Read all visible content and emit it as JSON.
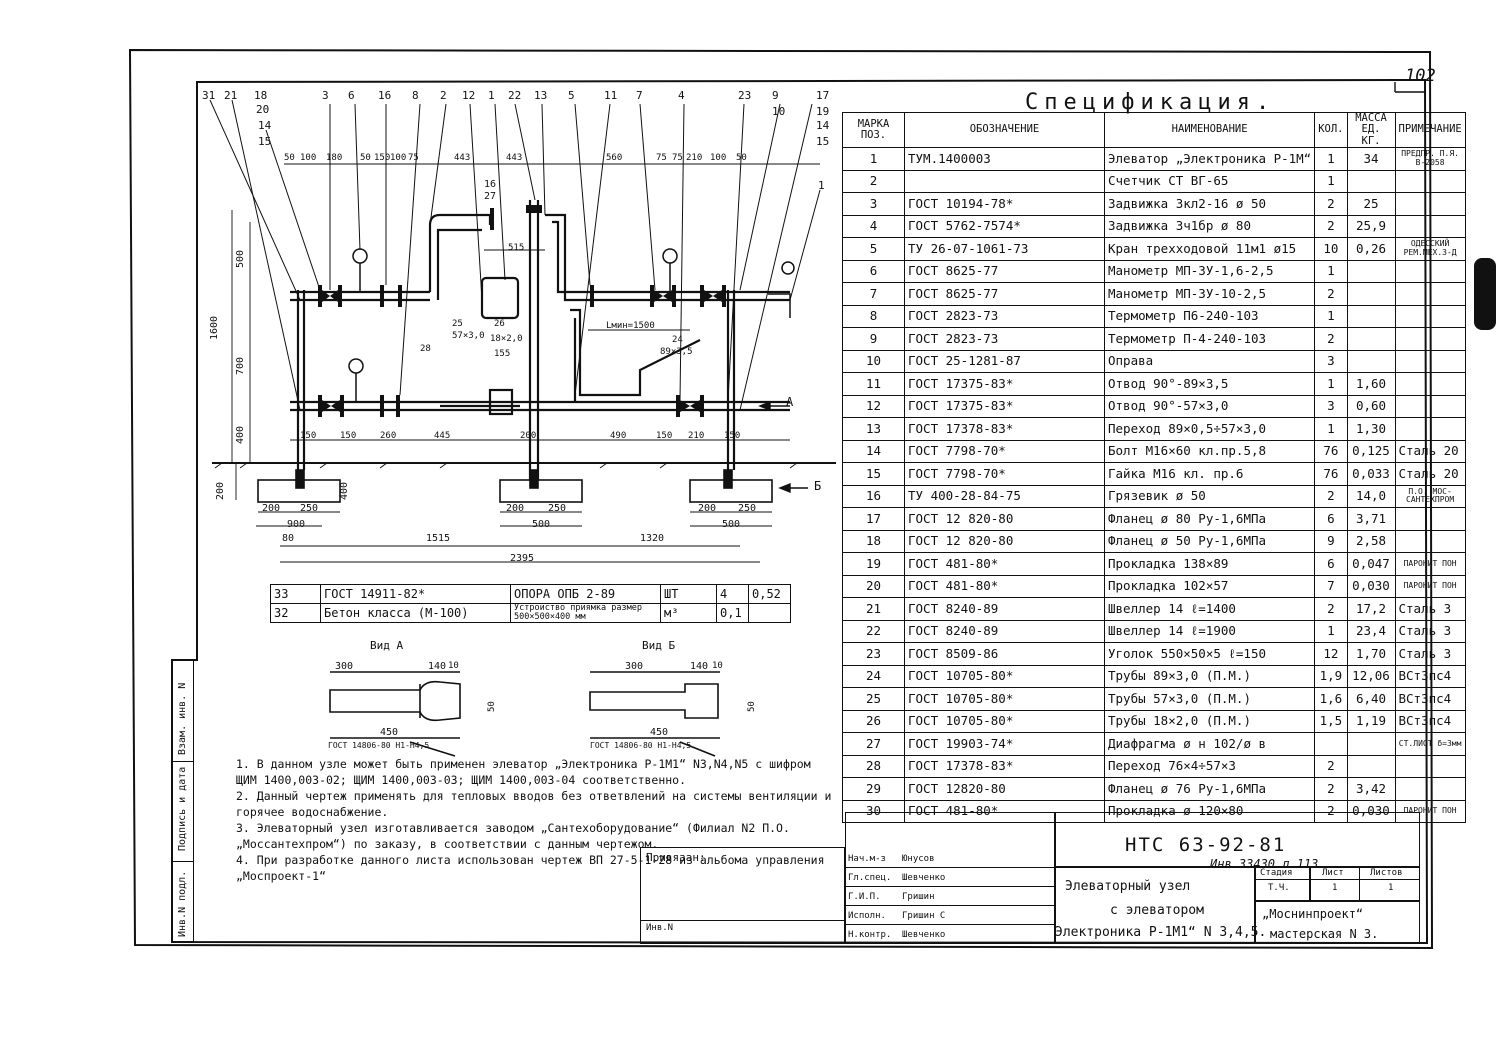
{
  "sheet_number": "102",
  "spec_title": "Спецификация.",
  "spec_headers": [
    "МАРКА ПОЗ.",
    "ОБОЗНАЧЕНИЕ",
    "НАИМЕНОВАНИЕ",
    "КОЛ.",
    "МАССА ЕД. КГ.",
    "ПРИМЕЧАНИЕ"
  ],
  "spec_rows": [
    [
      "1",
      "ТУМ.1400003",
      "Элеватор „Электроника Р-1М“",
      "1",
      "34",
      "ПРЕДПР. П.Я. В-2058"
    ],
    [
      "2",
      "",
      "Счетчик СТ ВГ-65",
      "1",
      "",
      ""
    ],
    [
      "3",
      "ГОСТ 10194-78*",
      "Задвижка 3кл2-16 ø 50",
      "2",
      "25",
      ""
    ],
    [
      "4",
      "ГОСТ 5762-7574*",
      "Задвижка 3ч1бр ø 80",
      "2",
      "25,9",
      ""
    ],
    [
      "5",
      "ТУ 26-07-1061-73",
      "Кран трехходовой 11м1 ø15",
      "10",
      "0,26",
      "ОДЕССКИЙ РЕМ.МЕХ.З-Д"
    ],
    [
      "6",
      "ГОСТ 8625-77",
      "Манометр МП-3У-1,6-2,5",
      "1",
      "",
      ""
    ],
    [
      "7",
      "ГОСТ 8625-77",
      "Манометр МП-3У-10-2,5",
      "2",
      "",
      ""
    ],
    [
      "8",
      "ГОСТ 2823-73",
      "Термометр П6-240-103",
      "1",
      "",
      ""
    ],
    [
      "9",
      "ГОСТ 2823-73",
      "Термометр П-4-240-103",
      "2",
      "",
      ""
    ],
    [
      "10",
      "ГОСТ 25-1281-87",
      "Оправа",
      "3",
      "",
      ""
    ],
    [
      "11",
      "ГОСТ 17375-83*",
      "Отвод 90°-89×3,5",
      "1",
      "1,60",
      ""
    ],
    [
      "12",
      "ГОСТ 17375-83*",
      "Отвод 90°-57×3,0",
      "3",
      "0,60",
      ""
    ],
    [
      "13",
      "ГОСТ 17378-83*",
      "Переход 89×0,5÷57×3,0",
      "1",
      "1,30",
      ""
    ],
    [
      "14",
      "ГОСТ 7798-70*",
      "Болт М16×60 кл.пр.5,8",
      "76",
      "0,125",
      "Сталь 20"
    ],
    [
      "15",
      "ГОСТ 7798-70*",
      "Гайка М16 кл. пр.6",
      "76",
      "0,033",
      "Сталь 20"
    ],
    [
      "16",
      "ТУ 400-28-84-75",
      "Грязевик ø 50",
      "2",
      "14,0",
      "П.О. МОС-САНТЕХПРОМ"
    ],
    [
      "17",
      "ГОСТ 12 820-80",
      "Фланец ø 80 Ру-1,6МПа",
      "6",
      "3,71",
      ""
    ],
    [
      "18",
      "ГОСТ 12 820-80",
      "Фланец ø 50 Ру-1,6МПа",
      "9",
      "2,58",
      ""
    ],
    [
      "19",
      "ГОСТ 481-80*",
      "Прокладка 138×89",
      "6",
      "0,047",
      "ПАРОНИТ ПОН"
    ],
    [
      "20",
      "ГОСТ 481-80*",
      "Прокладка 102×57",
      "7",
      "0,030",
      "ПАРОНИТ ПОН"
    ],
    [
      "21",
      "ГОСТ 8240-89",
      "Швеллер 14  ℓ=1400",
      "2",
      "17,2",
      "Сталь 3"
    ],
    [
      "22",
      "ГОСТ 8240-89",
      "Швеллер 14  ℓ=1900",
      "1",
      "23,4",
      "Сталь 3"
    ],
    [
      "23",
      "ГОСТ 8509-86",
      "Уголок 550×50×5 ℓ=150",
      "12",
      "1,70",
      "Сталь 3"
    ],
    [
      "24",
      "ГОСТ 10705-80*",
      "Трубы 89×3,0 (П.М.)",
      "1,9",
      "12,06",
      "ВСт3пс4"
    ],
    [
      "25",
      "ГОСТ 10705-80*",
      "Трубы 57×3,0 (П.М.)",
      "1,6",
      "6,40",
      "ВСт3пс4"
    ],
    [
      "26",
      "ГОСТ 10705-80*",
      "Трубы 18×2,0 (П.М.)",
      "1,5",
      "1,19",
      "ВСт3пс4"
    ],
    [
      "27",
      "ГОСТ 19903-74*",
      "Диафрагма ø н 102/ø в",
      "",
      "",
      "СТ.ЛИСТ δ=3мм"
    ],
    [
      "28",
      "ГОСТ 17378-83*",
      "Переход 76×4÷57×3",
      "2",
      "",
      ""
    ],
    [
      "29",
      "ГОСТ 12820-80",
      "Фланец ø 76 Ру-1,6МПа",
      "2",
      "3,42",
      ""
    ],
    [
      "30",
      "ГОСТ 481-80*",
      "Прокладка ø 120×80",
      "2",
      "0,030",
      "ПАРОНИТ ПОН"
    ]
  ],
  "materials_rows": [
    [
      "33",
      "ГОСТ 14911-82*",
      "ОПОРА ОПБ 2-89",
      "ШТ",
      "4",
      "0,52"
    ],
    [
      "32",
      "Бетон класса (М-100)",
      "Устройство приямка размер 500×500×400 мм",
      "м³",
      "0,1",
      ""
    ]
  ],
  "view_a": {
    "title": "Вид А",
    "dims": [
      "300",
      "140",
      "10",
      "50",
      "450"
    ],
    "gost": "ГОСТ 14806-80 Н1-Н4,5"
  },
  "view_b": {
    "title": "Вид Б",
    "dims": [
      "300",
      "140",
      "10",
      "50",
      "450"
    ],
    "gost": "ГОСТ 14806-80 Н1-Н4,5"
  },
  "notes": [
    "1. В данном узле может быть применен элеватор „Электроника Р-1М1“ N3,N4,N5 с шифром ЩИМ 1400,003-02; ЩИМ 1400,003-03; ЩИМ 1400,003-04 соответственно.",
    "2. Данный чертеж применять для тепловых вводов без ответвлений на системы вентиляции и горячее водоснабжение.",
    "3. Элеваторный узел изготавливается заводом „Сантехоборудование“ (Филиал N2 П.О. „Моссантехпром“) по заказу, в соответствии с данным чертежом.",
    "4. При разработке данного листа использован чертеж ВП 27-5-1-28 из альбома управления „Моспроект-1“"
  ],
  "stamp": {
    "privyazan": "Привязан:",
    "inv": "Инв.N",
    "roles": [
      "Нач.м-з",
      "Гл.спец.",
      "Г.И.П.",
      "Исполн.",
      "Н.контр."
    ],
    "names": [
      "Юнусов",
      "Шевченко",
      "Гришин",
      "Гришин С",
      "Шевченко"
    ],
    "code": "НТС 63-92-81",
    "code_hand": "Инв 33430 л 113",
    "title_lines": [
      "Элеваторный узел",
      "с элеватором",
      "Электроника Р-1М1“ N 3,4,5."
    ],
    "stage_headers": [
      "Стадия",
      "Лист",
      "Листов"
    ],
    "stage_values": [
      "Т.Ч.",
      "1",
      "1"
    ],
    "org_lines": [
      "„Моснинпроект“",
      "мастерская N 3."
    ]
  },
  "sidebar_labels": [
    "Инв.N подл.",
    "Подпись и дата",
    "Взам. инв. N"
  ],
  "drawing": {
    "callouts_top": [
      "31",
      "21",
      "18",
      "20",
      "14",
      "15",
      "3",
      "6",
      "16",
      "8",
      "2",
      "12",
      "1",
      "22",
      "13",
      "5",
      "11",
      "7",
      "4",
      "23",
      "9",
      "10",
      "17",
      "19",
      "14",
      "15"
    ],
    "dims_top_left": [
      "50",
      "100",
      "180",
      "50",
      "150",
      "100",
      "75",
      "443",
      "443"
    ],
    "dims_top_right": [
      "560",
      "75",
      "75",
      "210",
      "100",
      "50"
    ],
    "dims_vertical": [
      "500",
      "1600",
      "700",
      "400",
      "200",
      "400"
    ],
    "dims_mid": [
      "515",
      "155",
      "25",
      "57×3,0",
      "26",
      "18×2,0",
      "28",
      "24",
      "89×3,5",
      "Lмин=1500"
    ],
    "dims_bottom_row": [
      "150",
      "150",
      "260",
      "445",
      "200",
      "490",
      "150",
      "210",
      "150"
    ],
    "dims_found": [
      "200",
      "250",
      "900",
      "80",
      "200",
      "250",
      "500",
      "200",
      "250",
      "500",
      "1515",
      "1320",
      "2395"
    ],
    "labels": {
      "a": "А",
      "b": "Б",
      "c1": "1",
      "c16": "16",
      "c27": "27"
    }
  }
}
